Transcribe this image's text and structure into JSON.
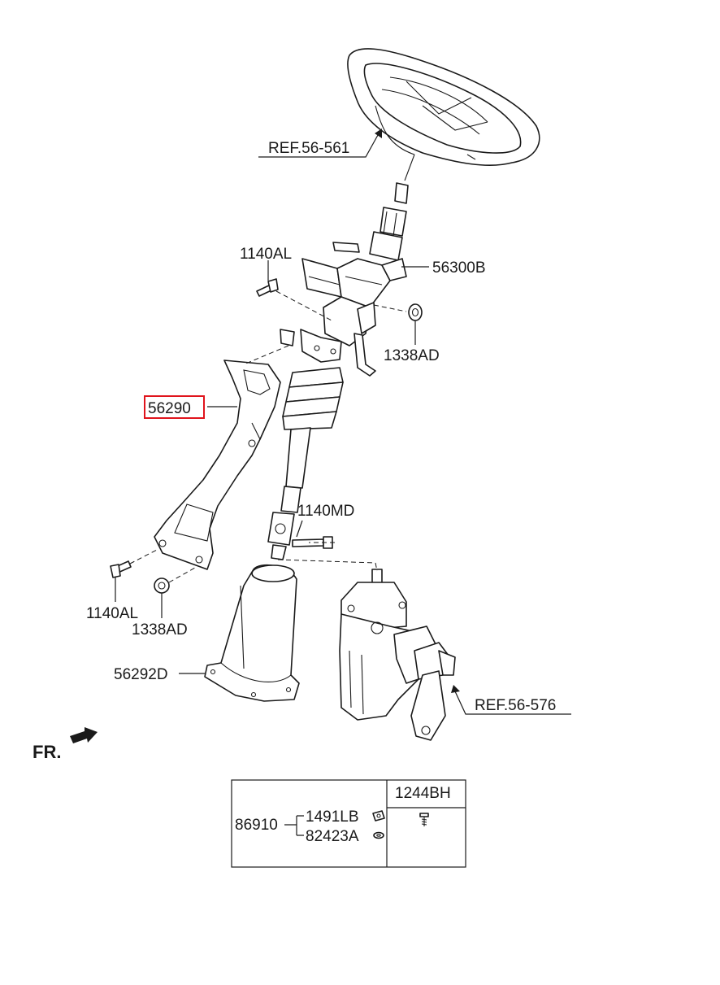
{
  "labels": {
    "ref_wheel": "REF.56-561",
    "column_assy": "56300B",
    "bolt_top": "1140AL",
    "nut_right": "1338AD",
    "bracket": "56290",
    "bolt_joint": "1140MD",
    "bolt_bottom": "1140AL",
    "nut_bottom": "1338AD",
    "boot": "56292D",
    "ref_gear": "REF.56-576",
    "front": "FR."
  },
  "highlight_color": "#e0141c",
  "parts_table": {
    "header": "1244BH",
    "assembly": "86910",
    "item_1": "1491LB",
    "item_2": "82423A"
  }
}
